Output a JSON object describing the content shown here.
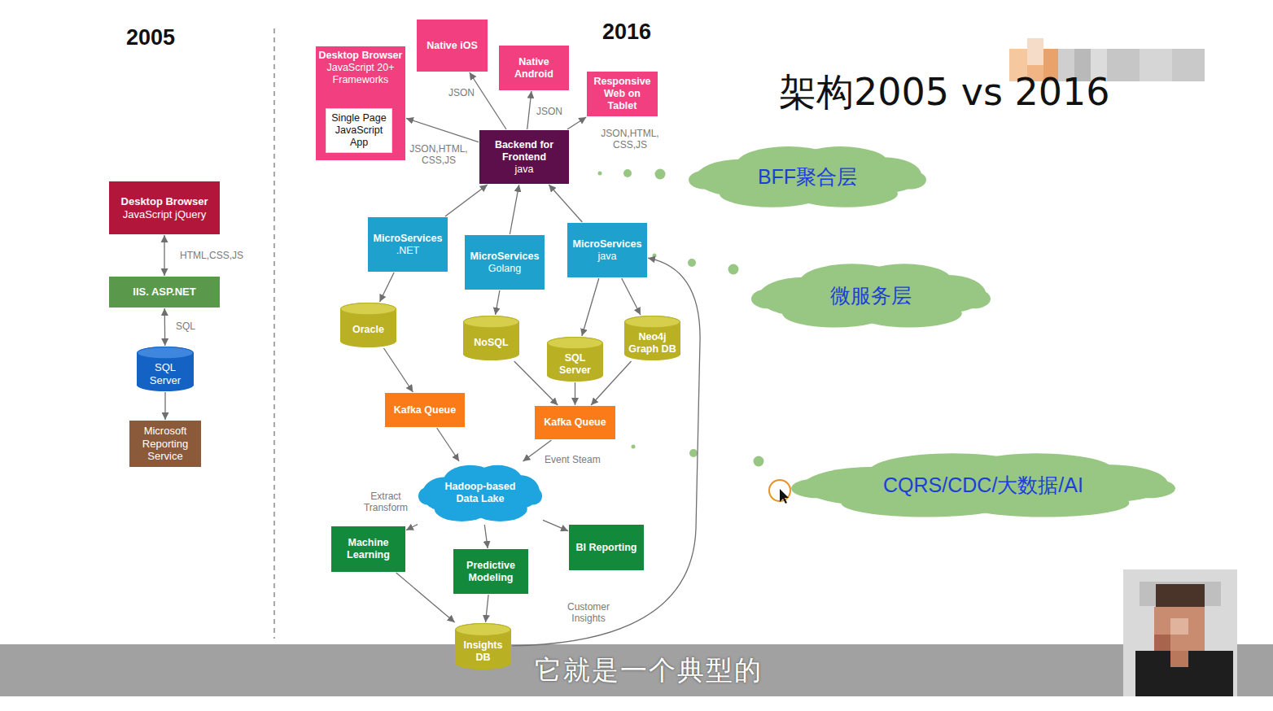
{
  "diagram": {
    "title": "架构2005 vs 2016",
    "caption": "它就是一个典型的",
    "nodes": [
      {
        "text": [
          "Desktop Browser",
          "JavaScript jQuery"
        ]
      },
      {
        "text": [
          "IIS. ASP.NET"
        ]
      },
      {
        "text": [
          "SQL Server"
        ]
      },
      {
        "text": [
          "Microsoft Reporting Service"
        ]
      },
      {
        "text": [
          "Native iOS"
        ]
      },
      {
        "text": [
          "Desktop Browser",
          "JavaScript 20+ Frameworks"
        ]
      },
      {
        "text": [
          "Single Page JavaScript App"
        ],
        "in": 5
      },
      {
        "text": [
          "Native Android"
        ]
      },
      {
        "text": [
          "Responsive Web on Tablet"
        ]
      },
      {
        "text": [
          "Backend for Frontend",
          "java"
        ]
      },
      {
        "text": [
          "MicroServices",
          ".NET"
        ]
      },
      {
        "text": [
          "MicroServices",
          "Golang"
        ]
      },
      {
        "text": [
          "MicroServices",
          "java"
        ]
      },
      {
        "text": [
          "Oracle"
        ]
      },
      {
        "text": [
          "NoSQL"
        ]
      },
      {
        "text": [
          "SQL Server"
        ]
      },
      {
        "text": [
          "Neo4j Graph DB"
        ]
      },
      {
        "text": [
          "Kafka Queue"
        ]
      },
      {
        "text": [
          "Kafka Queue"
        ]
      },
      {
        "text": [
          "Hadoop-based Data Lake"
        ]
      },
      {
        "text": [
          "Machine Learning"
        ]
      },
      {
        "text": [
          "Predictive Modeling"
        ]
      },
      {
        "text": [
          "BI Reporting"
        ]
      },
      {
        "text": [
          "Insights DB"
        ]
      },
      {
        "text": [
          "BFF聚合层"
        ]
      },
      {
        "text": [
          "微服务层"
        ]
      },
      {
        "text": [
          "CQRS/CDC/大数据/AI"
        ]
      }
    ],
    "edges": [
      {
        "from": 0,
        "to": 1,
        "label": "HTML,CSS,JS",
        "arrow": "both"
      },
      {
        "from": 1,
        "to": 2,
        "label": "SQL",
        "arrow": "both"
      },
      {
        "from": 2,
        "to": 3,
        "arrow": "to"
      },
      {
        "from": 9,
        "to": 4,
        "label": "JSON",
        "arrow": "to"
      },
      {
        "from": 9,
        "to": 7,
        "label": "JSON",
        "arrow": "to"
      },
      {
        "from": 9,
        "to": 5,
        "label": "JSON,HTML, CSS,JS",
        "arrow": "to"
      },
      {
        "from": 9,
        "to": 8,
        "label": "JSON,HTML, CSS,JS",
        "arrow": "to"
      },
      {
        "from": 10,
        "to": 9,
        "arrow": "to"
      },
      {
        "from": 11,
        "to": 9,
        "arrow": "to"
      },
      {
        "from": 12,
        "to": 9,
        "arrow": "to"
      },
      {
        "from": 10,
        "to": 13,
        "arrow": "to"
      },
      {
        "from": 11,
        "to": 14,
        "arrow": "to"
      },
      {
        "from": 12,
        "to": 15,
        "arrow": "to"
      },
      {
        "from": 12,
        "to": 16,
        "arrow": "to"
      },
      {
        "from": 13,
        "to": 17,
        "arrow": "to"
      },
      {
        "from": 14,
        "to": 18,
        "arrow": "to"
      },
      {
        "from": 15,
        "to": 18,
        "arrow": "to"
      },
      {
        "from": 16,
        "to": 18,
        "arrow": "to"
      },
      {
        "from": 17,
        "to": 19,
        "arrow": "to"
      },
      {
        "from": 18,
        "to": 19,
        "label": "Event Steam",
        "arrow": "to"
      },
      {
        "from": 19,
        "to": 20,
        "label": "Extract Transform",
        "arrow": "to"
      },
      {
        "from": 19,
        "to": 21,
        "arrow": "to"
      },
      {
        "from": 19,
        "to": 22,
        "arrow": "to"
      },
      {
        "from": 20,
        "to": 23,
        "arrow": "to"
      },
      {
        "from": 21,
        "to": 23,
        "arrow": "to"
      },
      {
        "from": 23,
        "to": 12,
        "label": "Customer Insights",
        "arrow": "to"
      }
    ],
    "labels": [
      "2005",
      "2016"
    ]
  }
}
